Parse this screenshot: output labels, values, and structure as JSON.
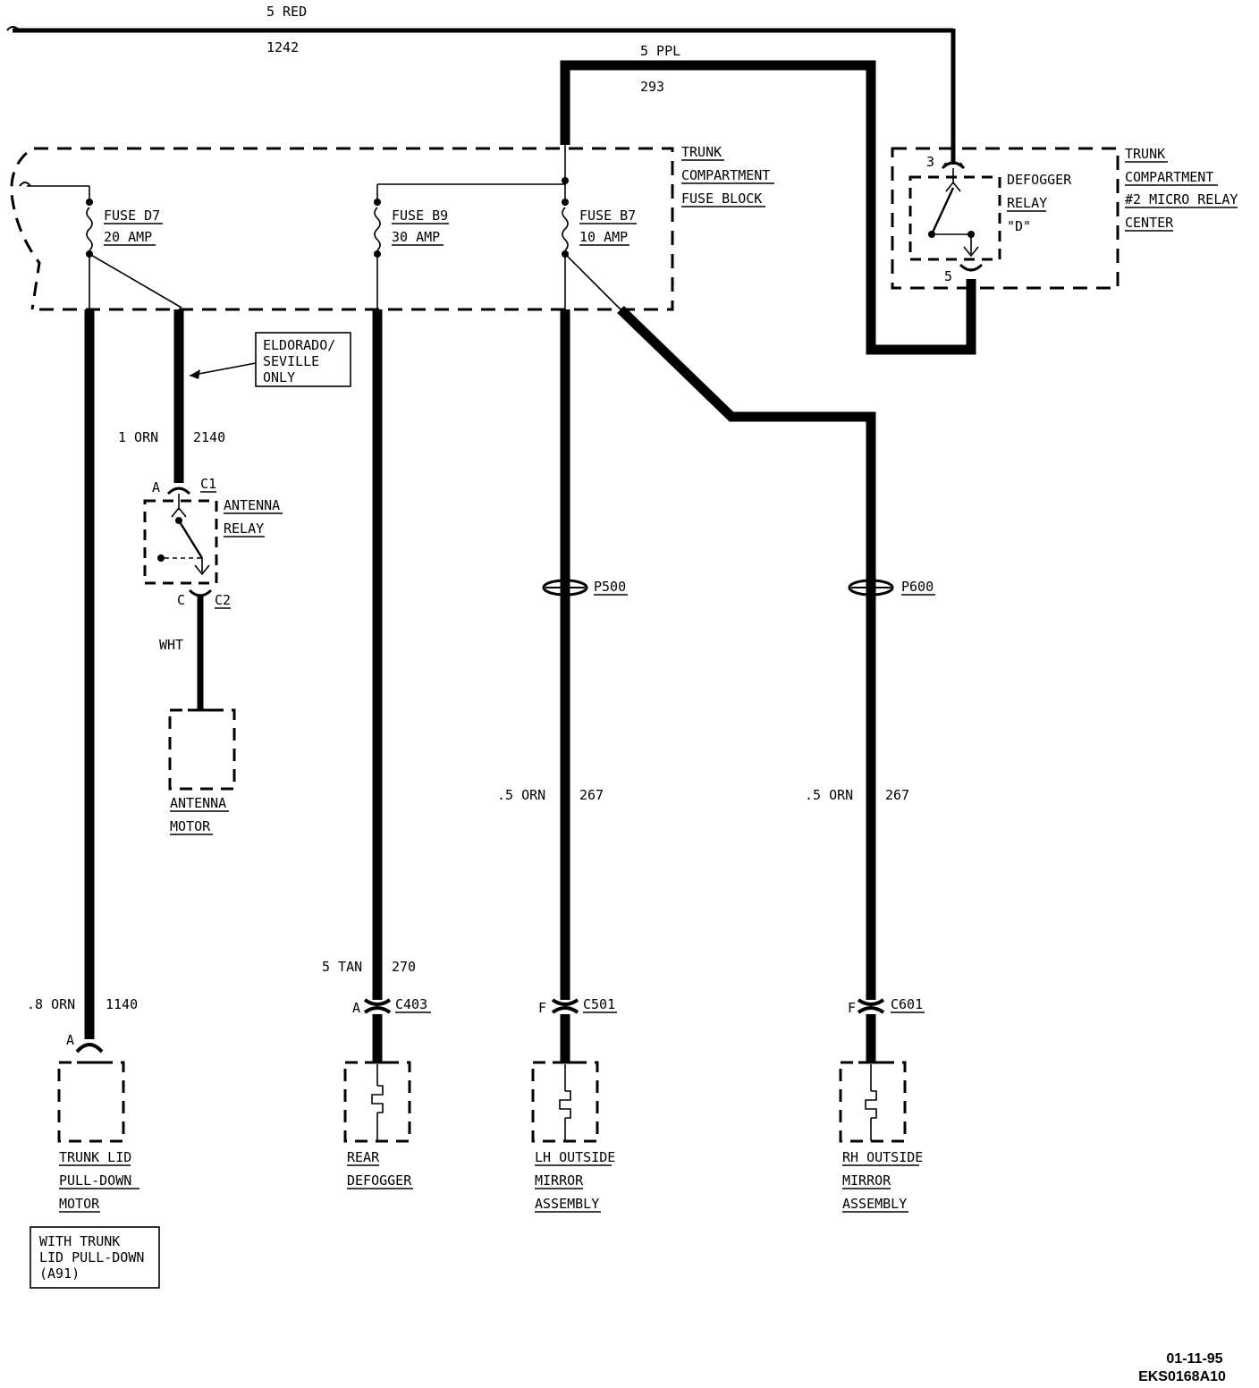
{
  "wires": {
    "top_red": {
      "gauge_color": "5 RED",
      "circuit": "1242"
    },
    "ppl": {
      "gauge_color": "5 PPL",
      "circuit": "293"
    },
    "antenna_feed": {
      "gauge_color": "1 ORN",
      "circuit": "2140"
    },
    "antenna_out": {
      "gauge_color": "WHT"
    },
    "trunk_lid": {
      "gauge_color": ".8 ORN",
      "circuit": "1140"
    },
    "defogger": {
      "gauge_color": "5 TAN",
      "circuit": "270"
    },
    "lh_mirror": {
      "gauge_color": ".5 ORN",
      "circuit": "267"
    },
    "rh_mirror": {
      "gauge_color": ".5 ORN",
      "circuit": "267"
    }
  },
  "fuse_block": {
    "title_lines": [
      "TRUNK",
      "COMPARTMENT",
      "FUSE BLOCK"
    ]
  },
  "fuses": [
    {
      "name": "FUSE D7",
      "rating": "20 AMP"
    },
    {
      "name": "FUSE B9",
      "rating": "30 AMP"
    },
    {
      "name": "FUSE B7",
      "rating": "10 AMP"
    }
  ],
  "relay_center": {
    "title_lines": [
      "TRUNK",
      "COMPARTMENT",
      "#2 MICRO RELAY",
      "CENTER"
    ],
    "relay_lines": [
      "DEFOGGER",
      "RELAY",
      "\"D\""
    ],
    "pin_top": "3",
    "pin_bottom": "5"
  },
  "eldorado_note": [
    "ELDORADO/",
    "SEVILLE",
    "ONLY"
  ],
  "antenna_relay": {
    "lines": [
      "ANTENNA",
      "RELAY"
    ],
    "pin_in": "A",
    "conn_in": "C1",
    "pin_out": "C",
    "conn_out": "C2"
  },
  "antenna_motor": [
    "ANTENNA",
    "MOTOR"
  ],
  "splices": {
    "p500": "P500",
    "p600": "P600"
  },
  "connectors": {
    "trunk": {
      "pin": "A"
    },
    "defogger": {
      "pin": "A",
      "id": "C403"
    },
    "lh": {
      "pin": "F",
      "id": "C501"
    },
    "rh": {
      "pin": "F",
      "id": "C601"
    }
  },
  "components": {
    "trunk_lid": [
      "TRUNK LID",
      "PULL-DOWN",
      "MOTOR"
    ],
    "rear_defogger": [
      "REAR",
      "DEFOGGER"
    ],
    "lh_mirror": [
      "LH OUTSIDE",
      "MIRROR",
      "ASSEMBLY"
    ],
    "rh_mirror": [
      "RH OUTSIDE",
      "MIRROR",
      "ASSEMBLY"
    ]
  },
  "option_note": [
    "WITH TRUNK",
    "LID PULL-DOWN",
    "(A91)"
  ],
  "footer": {
    "date": "01-11-95",
    "code": "EKS0168A10"
  }
}
